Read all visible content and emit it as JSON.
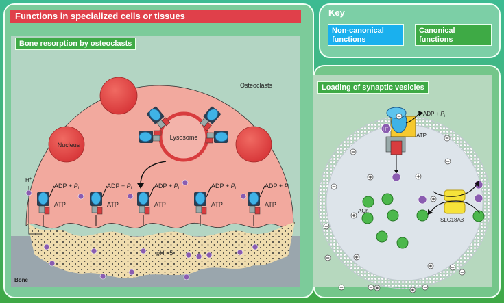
{
  "header": {
    "title": "Functions in specialized cells or tissues"
  },
  "key": {
    "title": "Key",
    "items": [
      {
        "label_line1": "Non-canonical",
        "label_line2": "functions",
        "color": "#1ab0ee"
      },
      {
        "label_line1": "Canonical",
        "label_line2": "functions",
        "color": "#3eaa45"
      }
    ]
  },
  "bone_panel": {
    "title": "Bone resorption by osteoclasts",
    "osteoclasts": "Osteoclasts",
    "nucleus": "Nucleus",
    "lysosome": "Lysosome",
    "proton": "H",
    "proton_sup": "+",
    "adp": "ADP + ",
    "pi": "P",
    "pi_sub": "i",
    "atp": "ATP",
    "ph": "pH ~5",
    "bone": "Bone"
  },
  "vesicle_panel": {
    "title": "Loading of synaptic vesicles",
    "proton": "H",
    "proton_sup": "+",
    "adp": "ADP + ",
    "pi": "P",
    "pi_sub": "i",
    "atp": "ATP",
    "ach": "ACh",
    "ach_sup": "+",
    "transporter": "SLC18A3"
  },
  "colors": {
    "header": "#e0404a",
    "canonical": "#3eaa45",
    "noncanonical": "#1ab0ee",
    "cell": "#f1a59c",
    "proton": "#8a5cb0",
    "ach": "#4cb84c"
  }
}
